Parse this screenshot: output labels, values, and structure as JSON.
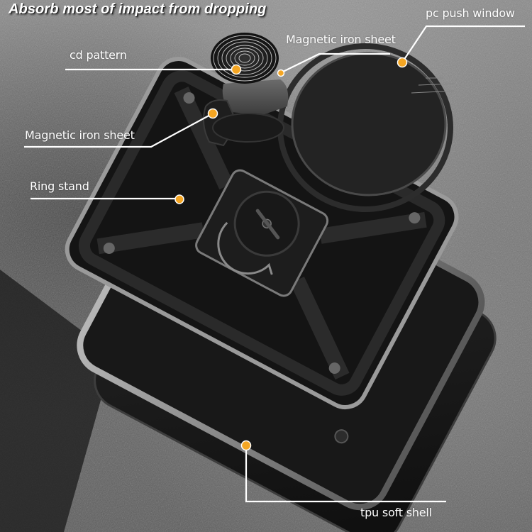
{
  "title": "Absorb most of impact from dropping",
  "colors": {
    "callout_dot": "#f5a623",
    "callout_line": "#ffffff",
    "label_text": "#ffffff",
    "case_black": "#1c1c1c",
    "case_edge": "#8c8c8c",
    "background": "#6f6f6f"
  },
  "callouts": [
    {
      "id": "cd-pattern",
      "label": "cd pattern"
    },
    {
      "id": "magnetic-iron-sheet-top",
      "label": "Magnetic iron sheet"
    },
    {
      "id": "pc-push-window",
      "label": "pc push window"
    },
    {
      "id": "magnetic-iron-sheet-left",
      "label": "Magnetic iron sheet"
    },
    {
      "id": "ring-stand",
      "label": "Ring stand"
    },
    {
      "id": "tpu-soft-shell",
      "label": "tpu soft shell"
    }
  ]
}
